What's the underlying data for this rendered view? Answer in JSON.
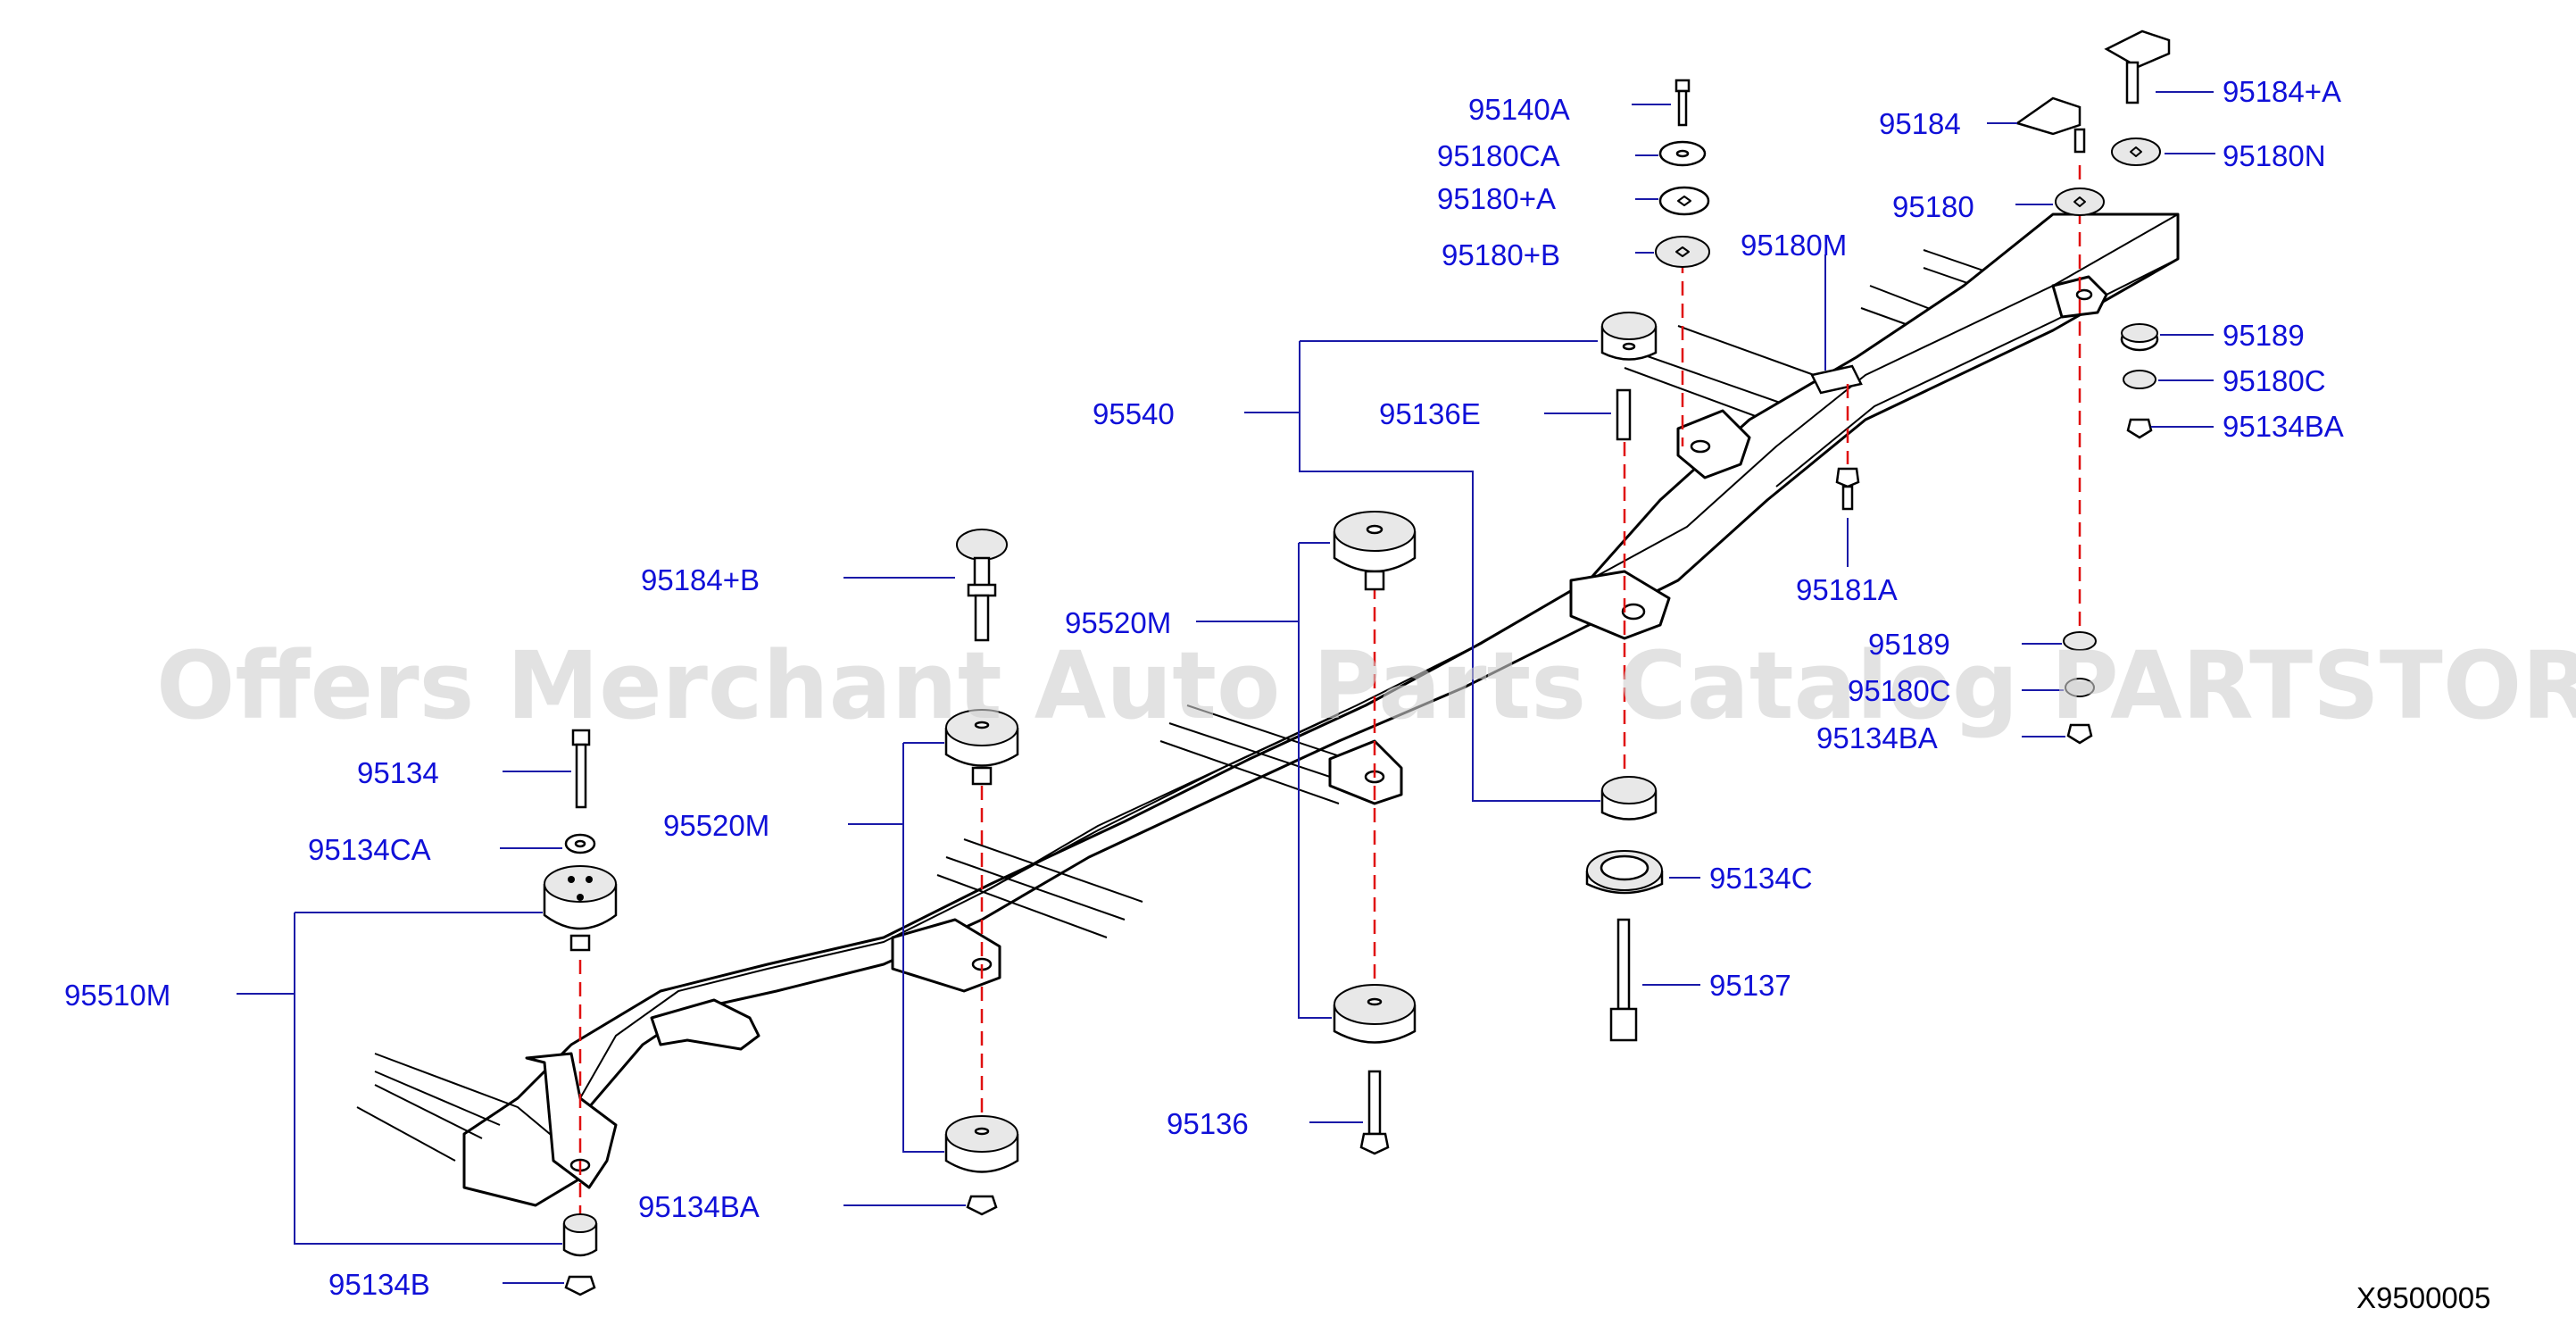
{
  "diagram": {
    "code": "X9500005",
    "watermark": "Offers Merchant Auto Parts Catalog PARTSTORE.SA"
  },
  "colors": {
    "label": "#1010d8",
    "leader": "#1a1aa8",
    "centerline": "#e01010",
    "watermark": "#d0d0d0"
  },
  "parts": {
    "p95140A": "95140A",
    "p95180CA": "95180CA",
    "p95180A": "95180+A",
    "p95180B": "95180+B",
    "p95180M": "95180M",
    "p95184": "95184",
    "p95184A": "95184+A",
    "p95180N": "95180N",
    "p95180": "95180",
    "p95189_top": "95189",
    "p95180C_top": "95180C",
    "p95134BA_top": "95134BA",
    "p95540": "95540",
    "p95136E": "95136E",
    "p95181A": "95181A",
    "p95184B": "95184+B",
    "p95520M_upper": "95520M",
    "p95189_mid": "95189",
    "p95180C_mid": "95180C",
    "p95134BA_mid": "95134BA",
    "p95134": "95134",
    "p95134CA": "95134CA",
    "p95520M_lower": "95520M",
    "p95134C": "95134C",
    "p95510M": "95510M",
    "p95137": "95137",
    "p95136": "95136",
    "p95134BA_low": "95134BA",
    "p95134B": "95134B"
  }
}
